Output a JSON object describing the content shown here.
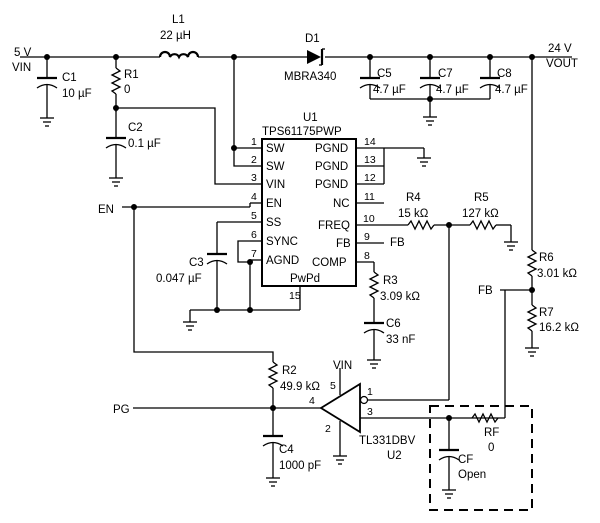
{
  "nets": {
    "vin_line1": "5 V",
    "vin_line2": "VIN",
    "vout_line1": "24 V",
    "vout_line2": "VOUT",
    "en": "EN",
    "fb_right": "FB",
    "fb_comp": "FB",
    "pg": "PG",
    "vin_comp": "VIN"
  },
  "components": {
    "l1": {
      "ref": "L1",
      "value": "22 µH"
    },
    "d1": {
      "ref": "D1",
      "value": "MBRA340"
    },
    "c1": {
      "ref": "C1",
      "value": "10 µF"
    },
    "r1": {
      "ref": "R1",
      "value": "0"
    },
    "c2": {
      "ref": "C2",
      "value": "0.1 µF"
    },
    "c5": {
      "ref": "C5",
      "value": "4.7 µF"
    },
    "c7": {
      "ref": "C7",
      "value": "4.7 µF"
    },
    "c8": {
      "ref": "C8",
      "value": "4.7 µF"
    },
    "r4": {
      "ref": "R4",
      "value": "15 kΩ"
    },
    "r5": {
      "ref": "R5",
      "value": "127 kΩ"
    },
    "r6": {
      "ref": "R6",
      "value": "3.01 kΩ"
    },
    "r7": {
      "ref": "R7",
      "value": "16.2 kΩ"
    },
    "r3": {
      "ref": "R3",
      "value": "3.09 kΩ"
    },
    "c6": {
      "ref": "C6",
      "value": "33 nF"
    },
    "c3": {
      "ref": "C3",
      "value": "0.047 µF"
    },
    "r2": {
      "ref": "R2",
      "value": "49.9 kΩ"
    },
    "c4": {
      "ref": "C4",
      "value": "1000 pF"
    },
    "rf": {
      "ref": "RF",
      "value": "0"
    },
    "cf": {
      "ref": "CF",
      "value": "Open"
    }
  },
  "u1": {
    "ref": "U1",
    "part": "TPS61175PWP",
    "pins": [
      {
        "num": "1",
        "name": "SW"
      },
      {
        "num": "2",
        "name": "SW"
      },
      {
        "num": "3",
        "name": "VIN"
      },
      {
        "num": "4",
        "name": "EN"
      },
      {
        "num": "5",
        "name": "SS"
      },
      {
        "num": "6",
        "name": "SYNC"
      },
      {
        "num": "7",
        "name": "AGND"
      },
      {
        "num": "14",
        "name": "PGND"
      },
      {
        "num": "13",
        "name": "PGND"
      },
      {
        "num": "12",
        "name": "PGND"
      },
      {
        "num": "11",
        "name": "NC"
      },
      {
        "num": "10",
        "name": "FREQ"
      },
      {
        "num": "9",
        "name": "FB"
      },
      {
        "num": "8",
        "name": "COMP"
      }
    ],
    "pad_name": "PwPd",
    "pad_num": "15"
  },
  "u2": {
    "ref": "U2",
    "part": "TL331DBV",
    "pin_vin": "5",
    "pin_out": "1",
    "pin_plus": "4",
    "pin_minus": "3",
    "pin_gnd": "2"
  }
}
